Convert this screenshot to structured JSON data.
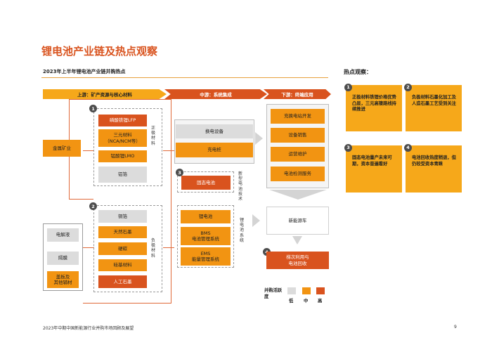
{
  "title": "锂电池产业链及热点观察",
  "subtitle": "2023年上半年锂电池产业链并购热点",
  "stages": {
    "upstream": "上游：矿产资源与核心材料",
    "midstream": "中游：系统集成",
    "downstream": "下游：终端应用"
  },
  "upstream": {
    "metal_mining": "金属矿业",
    "cathode_label": "正极材料",
    "cathode_items": [
      "磷酸铁锂LFP",
      "三元材料\n（NCA/NCM等）",
      "锰酸锂LMO",
      "铝箔"
    ],
    "anode_label": "负极材料",
    "anode_items": [
      "铜箔",
      "天然石墨",
      "硬碳",
      "硅基材料",
      "人工石墨"
    ],
    "other_items": [
      "电解液",
      "隔膜",
      "盖板及\n其他辅材"
    ]
  },
  "midstream": {
    "items_top": [
      "换电设备",
      "充电桩"
    ],
    "solid_state": "固态电池",
    "solid_state_label": "新型电池技术",
    "battery_system_label": "锂电池系统",
    "battery_items": [
      "锂电池",
      "BMS\n电池管理系统",
      "EMS\n能量管理系统"
    ]
  },
  "downstream": {
    "items": [
      "充换电站开发",
      "设备销售",
      "运营维护",
      "电池检测服务"
    ],
    "nev": "新能源车",
    "recycling": "梯次利用与\n电池回收"
  },
  "markers": [
    "1",
    "2",
    "3",
    "4"
  ],
  "hot": {
    "title": "热点观察：",
    "items": [
      {
        "num": "1",
        "text": "正极材料铁锂价格优势凸显，三元高镍路线持续推进"
      },
      {
        "num": "2",
        "text": "负极材料石墨化加工及人造石墨工艺受到关注"
      },
      {
        "num": "3",
        "text": "固态电池量产未来可期，资本普遍看好"
      },
      {
        "num": "4",
        "text": "电池回收热度稍退，但仍较受资本青睐"
      }
    ]
  },
  "legend": {
    "title": "并购活跃度",
    "low": "低",
    "mid": "中",
    "high": "高"
  },
  "colors": {
    "accent": "#d9531e",
    "medium": "#f29412",
    "light": "#dcdcdc",
    "hot_bg": "#f6a81a"
  },
  "footer": "2023年中期中国新能源行业并购市场回顾及展望",
  "page_number": "9"
}
